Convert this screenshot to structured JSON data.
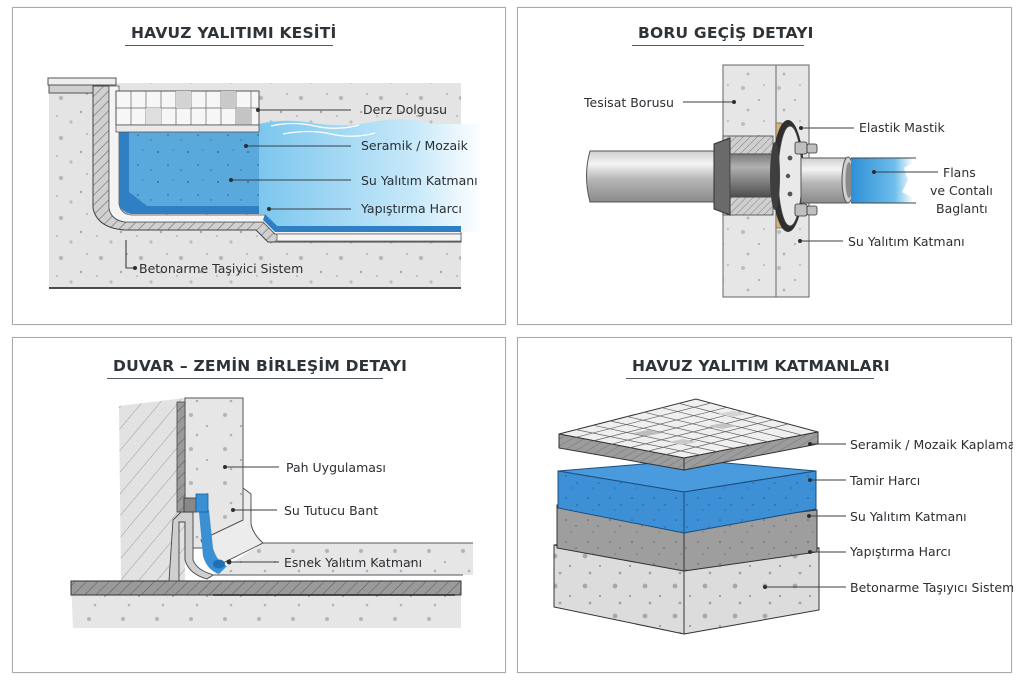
{
  "panels": {
    "pool_section": {
      "title": "HAVUZ YALITIMI KESİTİ",
      "labels": {
        "grout": "Derz Dolgusu",
        "tile": "Seramik / Mozaik",
        "waterproofing": "Su Yalıtım Katmanı",
        "adhesive": "Yapıştırma Harcı",
        "structure": "Betonarme Taşiyici Sistem"
      }
    },
    "pipe_penetration": {
      "title": "BORU GEÇİŞ DETAYI",
      "labels": {
        "pipe": "Tesisat Borusu",
        "mastic": "Elastik Mastik",
        "flange_line1": "Flans",
        "flange_line2": "ve Contalı",
        "flange_line3": "Baglantı",
        "waterproofing": "Su Yalıtım Katmanı"
      }
    },
    "wall_floor_joint": {
      "title": "DUVAR – ZEMİN BİRLEŞİM DETAYI",
      "labels": {
        "chamfer": "Pah Uygulaması",
        "waterstop": "Su Tutucu Bant",
        "flexible": "Esnek Yalıtım Katmanı"
      }
    },
    "pool_layers": {
      "title": "HAVUZ YALITIM KATMANLARI",
      "layers": [
        "Seramik / Mozaik Kaplama",
        "Tamir Harcı",
        "Su Yalıtım Katmanı",
        "Yapıştırma Harcı",
        "Betonarme Taşıyıcı Sistem"
      ]
    }
  },
  "colors": {
    "water_blue": "#5fb0e3",
    "membrane_blue": "#2f7fc4",
    "concrete_gray": "#e3e3e3",
    "title_text": "#2e3338"
  }
}
